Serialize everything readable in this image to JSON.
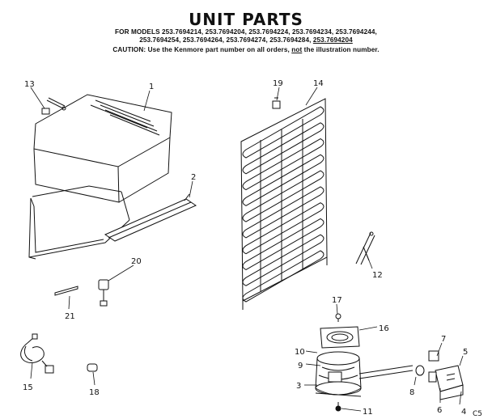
{
  "header": {
    "title": "UNIT PARTS",
    "models_line_1": "FOR MODELS 253.7694214, 253.7694204, 253.7694224, 253.7694234, 253.7694244,",
    "models_line_2_a": "253.7694254, 253.7694264, 253.7694274, 253.7694284,",
    "models_line_2_b": "253.7694204",
    "caution_a": "CAUTION: Use the Kenmore part number on all orders,",
    "caution_not": "not",
    "caution_b": "the illustration number."
  },
  "callouts": {
    "p1": "1",
    "p2": "2",
    "p3": "3",
    "p4": "4",
    "p5": "5",
    "p6": "6",
    "p7": "7",
    "p8": "8",
    "p9": "9",
    "p10": "10",
    "p11": "11",
    "p12": "12",
    "p13": "13",
    "p14": "14",
    "p15": "15",
    "p16": "16",
    "p17": "17",
    "p18": "18",
    "p19": "19",
    "p20": "20",
    "p21": "21"
  },
  "corner_code": "C5"
}
